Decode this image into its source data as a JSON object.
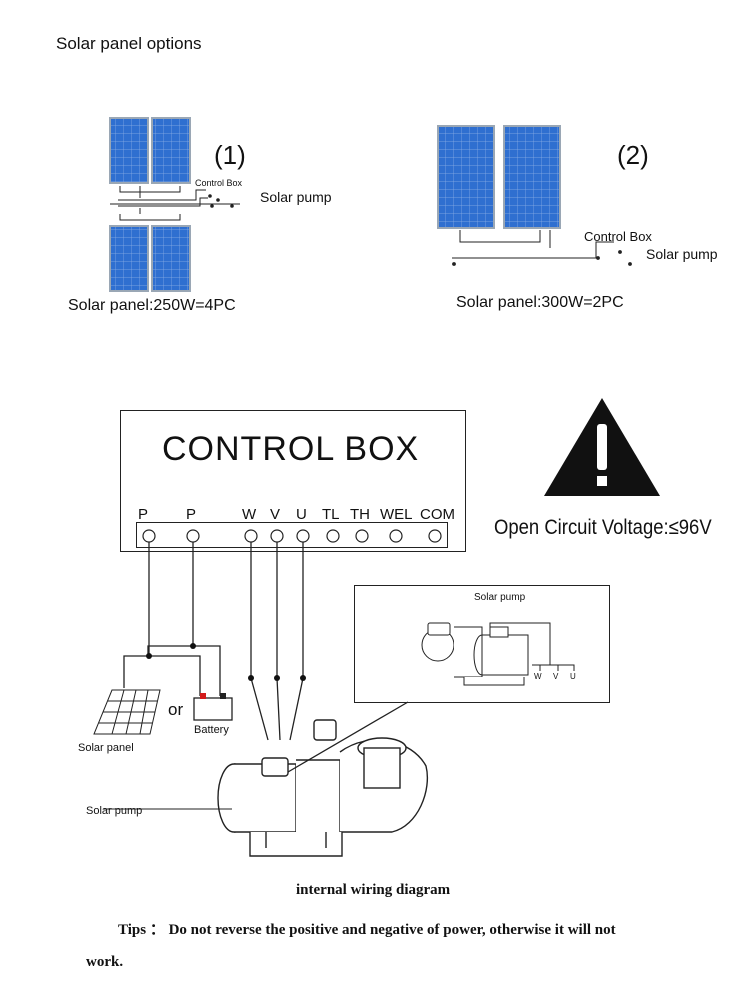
{
  "section_title": "Solar panel options",
  "option1": {
    "number": "(1)",
    "control_box_label": "Control Box",
    "pump_label": "Solar pump",
    "caption": "Solar panel:250W=4PC"
  },
  "option2": {
    "number": "(2)",
    "control_box_label": "Control Box",
    "pump_label": "Solar pump",
    "caption": "Solar panel:300W=2PC"
  },
  "control_box": {
    "title": "CONTROL BOX",
    "terminals": [
      "P",
      "P",
      "W",
      "V",
      "U",
      "TL",
      "TH",
      "WEL",
      "COM"
    ]
  },
  "warning": {
    "text": "Open Circuit Voltage:≤96V"
  },
  "inset": {
    "label": "Solar pump",
    "terminals": [
      "W",
      "V",
      "U"
    ]
  },
  "wiring": {
    "or_label": "or",
    "panel_label": "Solar panel",
    "battery_label": "Battery",
    "pump_label": "Solar pump"
  },
  "footer": {
    "caption": "internal wiring diagram",
    "tips_label": "Tips ：",
    "tips_line1": "Do not reverse the positive and negative of power, otherwise it will not",
    "tips_line2": "work."
  },
  "colors": {
    "panel_blue": "#2f6fd0",
    "panel_frame": "#9aa7b5",
    "battery_red": "#d21a1a"
  }
}
